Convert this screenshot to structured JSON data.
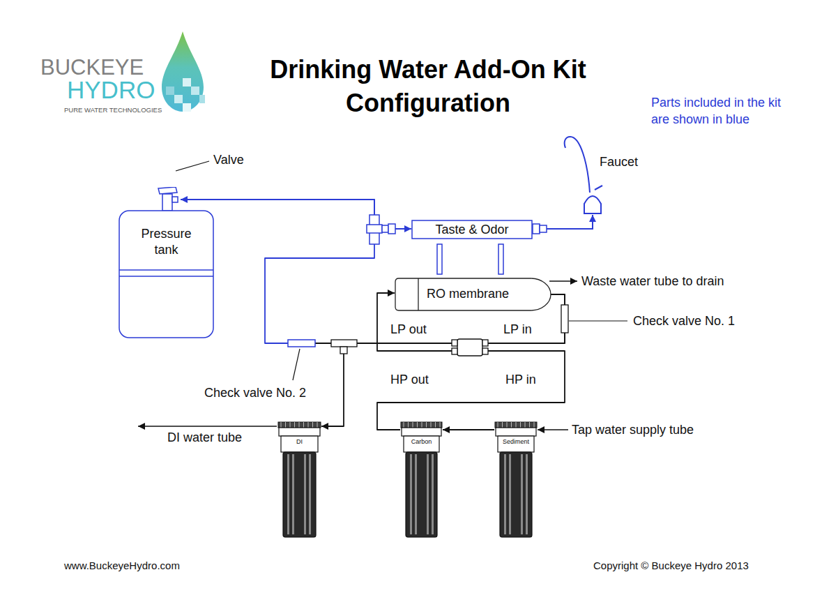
{
  "diagram": {
    "title": "Drinking Water Add-On Kit Configuration",
    "nodes": [
      {
        "text": [
          "Pressure tank"
        ]
      },
      {
        "text": [
          "Taste & Odor"
        ]
      },
      {
        "text": [
          "RO membrane"
        ]
      },
      {
        "text": [
          "DI"
        ]
      },
      {
        "text": [
          "Carbon"
        ]
      },
      {
        "text": [
          "Sediment"
        ]
      }
    ],
    "edges": [
      {
        "from": 5,
        "to": 4,
        "arrow": "to"
      },
      {
        "from": 4,
        "to": 2,
        "arrow": "to"
      },
      {
        "from": 2,
        "to": 0,
        "arrow": "to"
      },
      {
        "from": 2,
        "to": 3,
        "arrow": "to"
      },
      {
        "from": 0,
        "to": 1,
        "arrow": "to"
      }
    ],
    "labels": [
      "BUCKEYE",
      "HYDRO",
      "PURE WATER TECHNOLOGIES",
      "Parts included in the kit are shown in blue",
      "Valve",
      "Faucet",
      "Waste water tube to drain",
      "Check valve No. 1",
      "LP out",
      "LP in",
      "HP out",
      "HP in",
      "Check valve No. 2",
      "DI water tube",
      "Tap water supply tube",
      "www.BuckeyeHydro.com",
      "Copyright © Buckeye Hydro 2013"
    ]
  }
}
